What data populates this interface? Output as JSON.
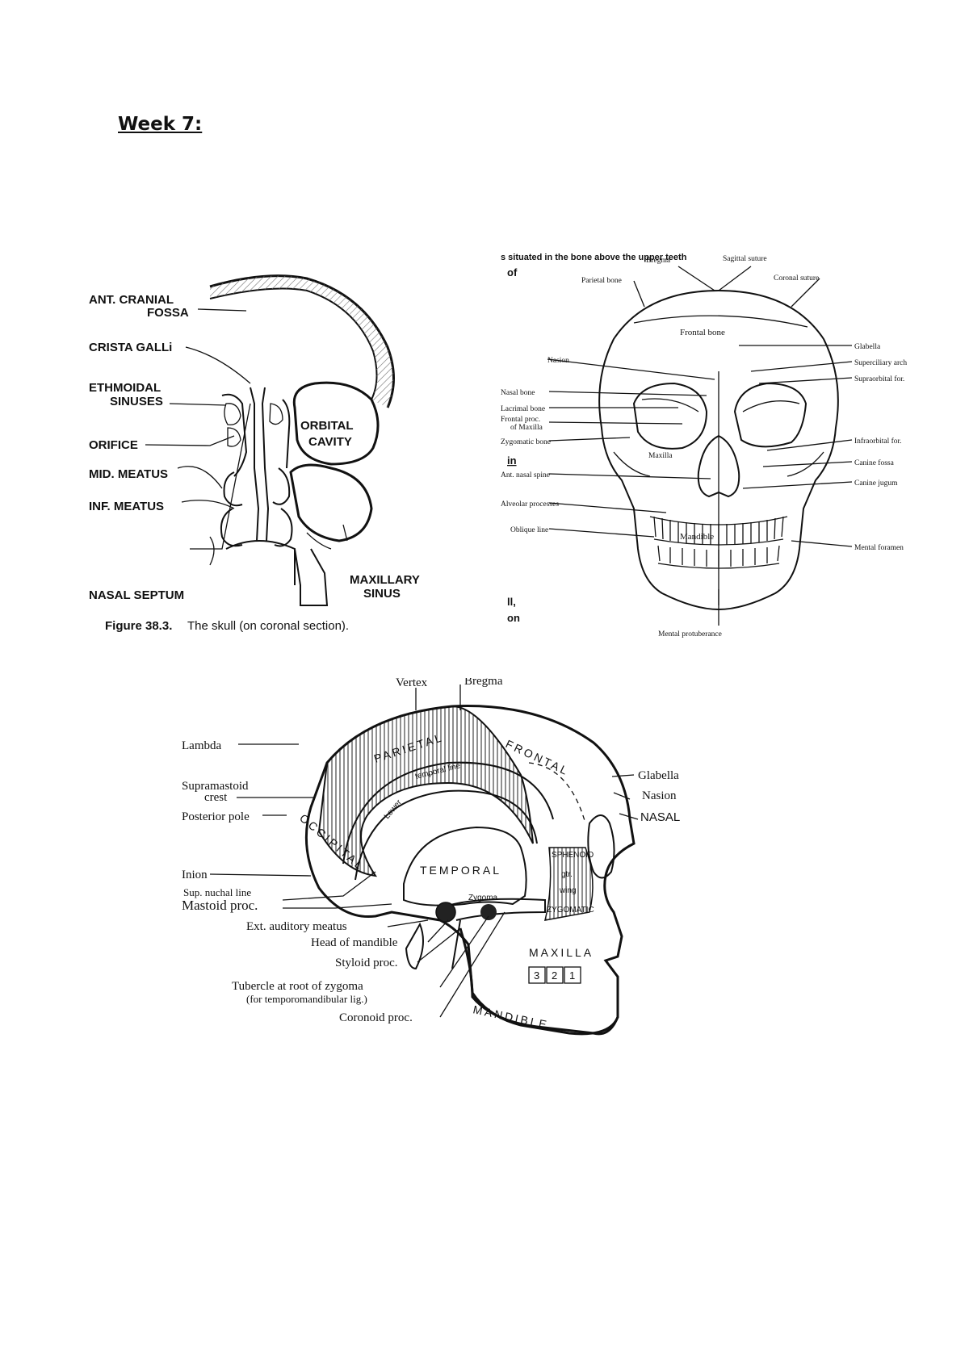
{
  "heading": "Week 7:",
  "figure_coronal": {
    "labels": {
      "ant_cranial_fossa_1": "ANT. CRANIAL",
      "ant_cranial_fossa_2": "FOSSA",
      "crista_galli": "CRISTA GALLi",
      "ethmoidal_1": "ETHMOIDAL",
      "ethmoidal_2": "SINUSES",
      "orbital_1": "ORBITAL",
      "orbital_2": "CAVITY",
      "orifice": "ORIFICE",
      "mid_meatus": "MID. MEATUS",
      "inf_meatus": "INF. MEATUS",
      "maxillary_1": "MAXILLARY",
      "maxillary_2": "SINUS",
      "nasal_septum": "NASAL SEPTUM"
    },
    "caption_bold": "Figure 38.3.",
    "caption": "The skull (on coronal section)."
  },
  "figure_frontal": {
    "fragments": {
      "top": "s situated in the bone above the upper teeth",
      "of": "of",
      "in": "in",
      "ll": "ll,",
      "on": "on"
    },
    "labels": {
      "bregma": "Bregma",
      "sagittal_suture": "Sagittal suture",
      "parietal_bone": "Parietal bone",
      "coronal_suture": "Coronal suture",
      "frontal_bone": "Frontal bone",
      "glabella": "Glabella",
      "nasion": "Nasion",
      "superciliary_arch": "Superciliary arch",
      "supraorbital_for": "Supraorbital for.",
      "nasal_bone": "Nasal bone",
      "lacrimal_bone": "Lacrimal bone",
      "frontal_proc_1": "Frontal proc.",
      "frontal_proc_2": "of Maxilla",
      "zygomatic_bone": "Zygomatic bone",
      "infraorbital_for": "Infraorbital for.",
      "maxilla": "Maxilla",
      "canine_fossa": "Canine fossa",
      "ant_nasal_spine": "Ant. nasal spine",
      "canine_jugum": "Canine jugum",
      "alveolar_processes": "Alveolar processes",
      "oblique_line": "Oblique line",
      "mandible": "Mandible",
      "mental_foramen": "Mental foramen",
      "mental_protuberance": "Mental protuberance"
    }
  },
  "figure_lateral": {
    "labels": {
      "vertex": "Vertex",
      "bregma": "Bregma",
      "lambda": "Lambda",
      "supramastoid_1": "Supramastoid",
      "supramastoid_2": "crest",
      "posterior_pole": "Posterior pole",
      "inion": "Inion",
      "sup_nuchal": "Sup. nuchal line",
      "mastoid": "Mastoid proc.",
      "ext_auditory": "Ext. auditory meatus",
      "head_mandible": "Head of mandible",
      "styloid": "Styloid proc.",
      "tubercle_1": "Tubercle at root of zygoma",
      "tubercle_2": "(for temporomandibular lig.)",
      "coronoid": "Coronoid proc.",
      "glabella": "Glabella",
      "nasion": "Nasion",
      "nasal": "NASAL"
    },
    "bones": {
      "parietal": "PARIETAL",
      "frontal": "FRONTAL",
      "temporal_line": "temporal line",
      "lower_temporal": "Lower",
      "temporal": "TEMPORAL",
      "sphenoid": "SPHENOID",
      "gtr": "gtr.",
      "wing": "wing",
      "occipital": "OCCIPITAL",
      "zygoma": "Zygoma",
      "zygomatic": "ZYGOMATIC",
      "maxilla": "MAXILLA",
      "mandible": "MANDIBLE",
      "tooth_3": "3",
      "tooth_2": "2",
      "tooth_1": "1"
    }
  }
}
